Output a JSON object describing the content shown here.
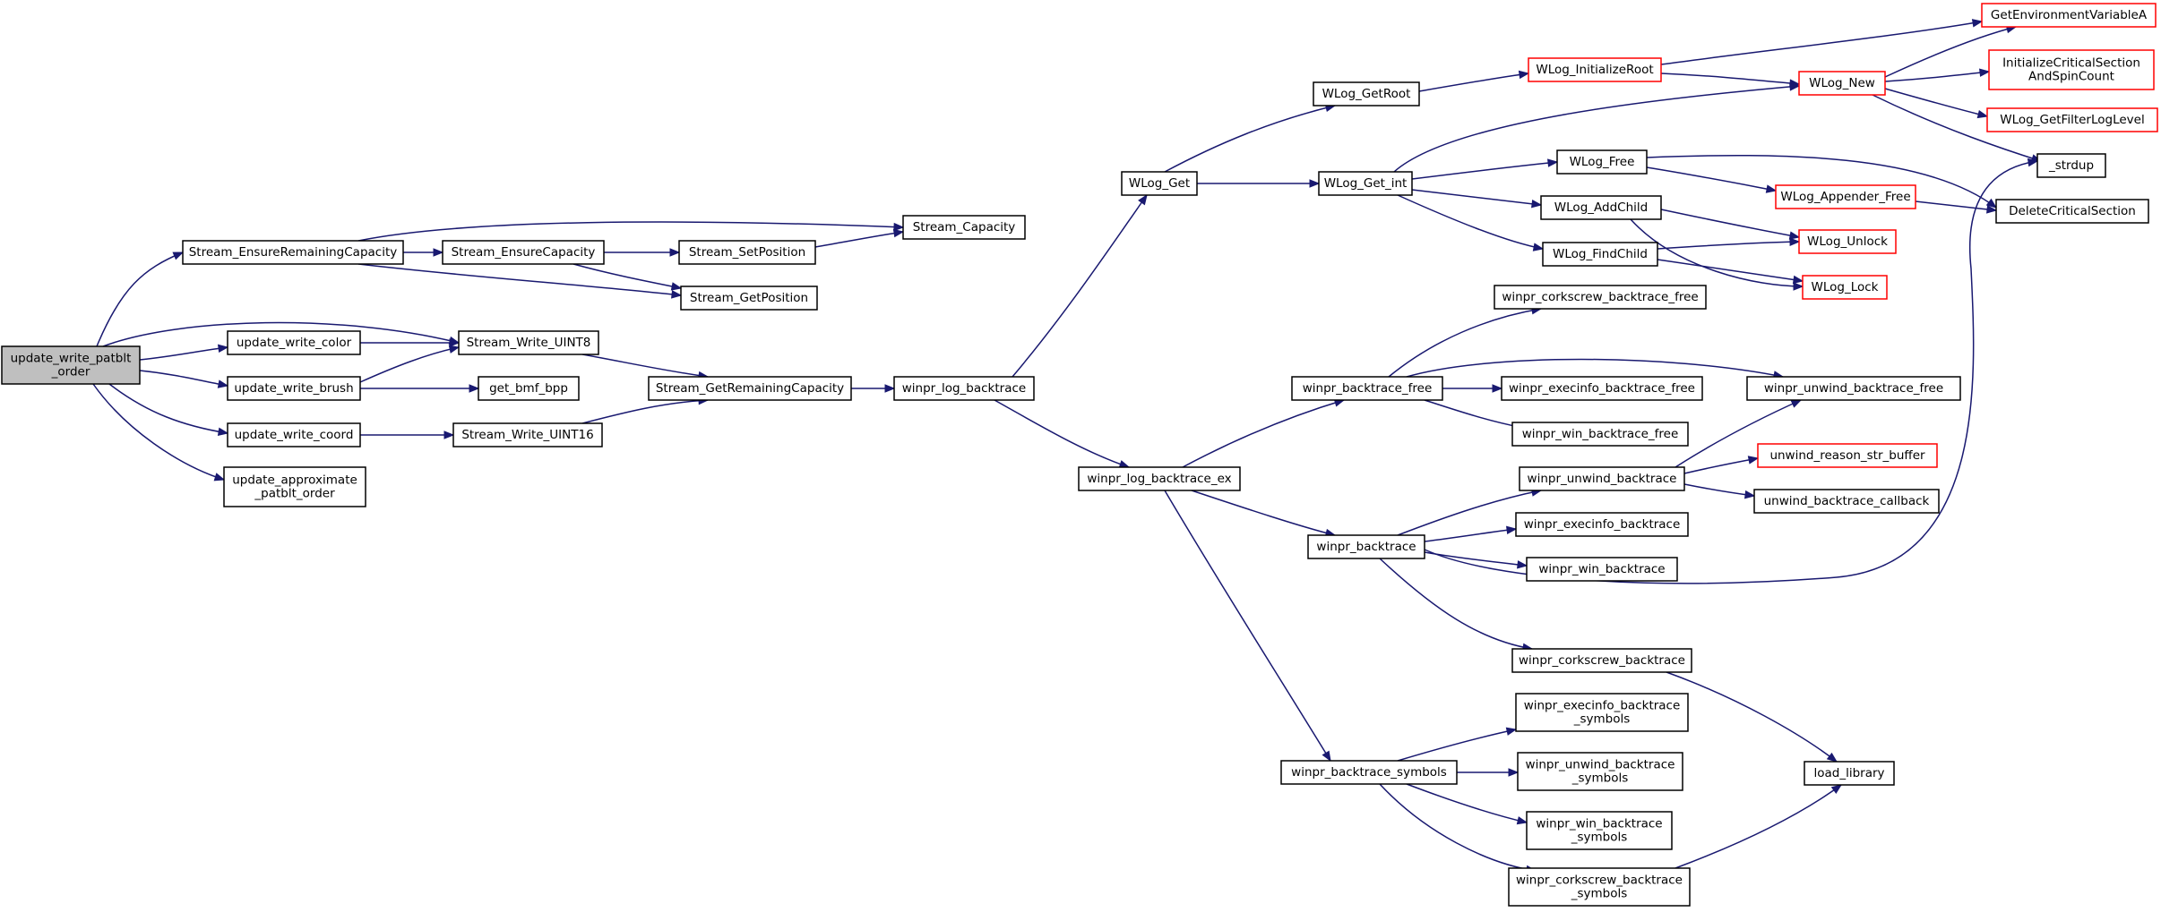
{
  "graph": {
    "colors": {
      "edge": "#191970",
      "node_fill": "#ffffff",
      "node_border": "#000000",
      "truncated_border": "#ff0000",
      "root_fill": "#bfbfbf"
    },
    "nodes": [
      {
        "id": "root",
        "lines": [
          "update_write_patblt",
          "_order"
        ],
        "style": "root"
      },
      {
        "id": "ensure_rem",
        "lines": [
          "Stream_EnsureRemainingCapacity"
        ],
        "style": "normal"
      },
      {
        "id": "upd_color",
        "lines": [
          "update_write_color"
        ],
        "style": "normal"
      },
      {
        "id": "upd_brush",
        "lines": [
          "update_write_brush"
        ],
        "style": "normal"
      },
      {
        "id": "upd_coord",
        "lines": [
          "update_write_coord"
        ],
        "style": "normal"
      },
      {
        "id": "upd_approx",
        "lines": [
          "update_approximate",
          "_patblt_order"
        ],
        "style": "normal"
      },
      {
        "id": "ensure_cap",
        "lines": [
          "Stream_EnsureCapacity"
        ],
        "style": "normal"
      },
      {
        "id": "w_uint8",
        "lines": [
          "Stream_Write_UINT8"
        ],
        "style": "normal"
      },
      {
        "id": "get_bmf",
        "lines": [
          "get_bmf_bpp"
        ],
        "style": "normal"
      },
      {
        "id": "w_uint16",
        "lines": [
          "Stream_Write_UINT16"
        ],
        "style": "normal"
      },
      {
        "id": "set_pos",
        "lines": [
          "Stream_SetPosition"
        ],
        "style": "normal"
      },
      {
        "id": "get_pos",
        "lines": [
          "Stream_GetPosition"
        ],
        "style": "normal"
      },
      {
        "id": "capacity",
        "lines": [
          "Stream_Capacity"
        ],
        "style": "normal"
      },
      {
        "id": "get_rem",
        "lines": [
          "Stream_GetRemainingCapacity"
        ],
        "style": "normal"
      },
      {
        "id": "log_bt",
        "lines": [
          "winpr_log_backtrace"
        ],
        "style": "normal"
      },
      {
        "id": "wlog_get",
        "lines": [
          "WLog_Get"
        ],
        "style": "normal"
      },
      {
        "id": "log_bt_ex",
        "lines": [
          "winpr_log_backtrace_ex"
        ],
        "style": "normal"
      },
      {
        "id": "wlog_getroot",
        "lines": [
          "WLog_GetRoot"
        ],
        "style": "normal"
      },
      {
        "id": "wlog_get_int",
        "lines": [
          "WLog_Get_int"
        ],
        "style": "normal"
      },
      {
        "id": "bt_free",
        "lines": [
          "winpr_backtrace_free"
        ],
        "style": "normal"
      },
      {
        "id": "bt",
        "lines": [
          "winpr_backtrace"
        ],
        "style": "normal"
      },
      {
        "id": "bt_symbols",
        "lines": [
          "winpr_backtrace_symbols"
        ],
        "style": "normal"
      },
      {
        "id": "wlog_initroot",
        "lines": [
          "WLog_InitializeRoot"
        ],
        "style": "truncated"
      },
      {
        "id": "wlog_free",
        "lines": [
          "WLog_Free"
        ],
        "style": "normal"
      },
      {
        "id": "wlog_addchild",
        "lines": [
          "WLog_AddChild"
        ],
        "style": "normal"
      },
      {
        "id": "wlog_findchild",
        "lines": [
          "WLog_FindChild"
        ],
        "style": "normal"
      },
      {
        "id": "cork_free",
        "lines": [
          "winpr_corkscrew_backtrace_free"
        ],
        "style": "normal"
      },
      {
        "id": "exec_free",
        "lines": [
          "winpr_execinfo_backtrace_free"
        ],
        "style": "normal"
      },
      {
        "id": "win_free",
        "lines": [
          "winpr_win_backtrace_free"
        ],
        "style": "normal"
      },
      {
        "id": "unwind_bt",
        "lines": [
          "winpr_unwind_backtrace"
        ],
        "style": "normal"
      },
      {
        "id": "exec_bt",
        "lines": [
          "winpr_execinfo_backtrace"
        ],
        "style": "normal"
      },
      {
        "id": "win_bt",
        "lines": [
          "winpr_win_backtrace"
        ],
        "style": "normal"
      },
      {
        "id": "cork_bt",
        "lines": [
          "winpr_corkscrew_backtrace"
        ],
        "style": "normal"
      },
      {
        "id": "exec_sym",
        "lines": [
          "winpr_execinfo_backtrace",
          "_symbols"
        ],
        "style": "normal"
      },
      {
        "id": "unwind_sym",
        "lines": [
          "winpr_unwind_backtrace",
          "_symbols"
        ],
        "style": "normal"
      },
      {
        "id": "win_sym",
        "lines": [
          "winpr_win_backtrace",
          "_symbols"
        ],
        "style": "normal"
      },
      {
        "id": "cork_sym",
        "lines": [
          "winpr_corkscrew_backtrace",
          "_symbols"
        ],
        "style": "normal"
      },
      {
        "id": "wlog_new",
        "lines": [
          "WLog_New"
        ],
        "style": "truncated"
      },
      {
        "id": "appender_free",
        "lines": [
          "WLog_Appender_Free"
        ],
        "style": "truncated"
      },
      {
        "id": "wlog_unlock",
        "lines": [
          "WLog_Unlock"
        ],
        "style": "truncated"
      },
      {
        "id": "wlog_lock",
        "lines": [
          "WLog_Lock"
        ],
        "style": "truncated"
      },
      {
        "id": "unwind_free",
        "lines": [
          "winpr_unwind_backtrace_free"
        ],
        "style": "normal"
      },
      {
        "id": "unwind_reason",
        "lines": [
          "unwind_reason_str_buffer"
        ],
        "style": "truncated"
      },
      {
        "id": "unwind_cb",
        "lines": [
          "unwind_backtrace_callback"
        ],
        "style": "normal"
      },
      {
        "id": "load_library",
        "lines": [
          "load_library"
        ],
        "style": "normal"
      },
      {
        "id": "getenv",
        "lines": [
          "GetEnvironmentVariableA"
        ],
        "style": "truncated"
      },
      {
        "id": "init_cs",
        "lines": [
          "InitializeCriticalSection",
          "AndSpinCount"
        ],
        "style": "truncated"
      },
      {
        "id": "filter_level",
        "lines": [
          "WLog_GetFilterLogLevel"
        ],
        "style": "truncated"
      },
      {
        "id": "strdup",
        "lines": [
          "_strdup"
        ],
        "style": "normal"
      },
      {
        "id": "delete_cs",
        "lines": [
          "DeleteCriticalSection"
        ],
        "style": "normal"
      }
    ],
    "edges": [
      {
        "from": "root",
        "to": "ensure_rem"
      },
      {
        "from": "root",
        "to": "w_uint8"
      },
      {
        "from": "root",
        "to": "upd_color"
      },
      {
        "from": "root",
        "to": "upd_brush"
      },
      {
        "from": "root",
        "to": "upd_coord"
      },
      {
        "from": "root",
        "to": "upd_approx"
      },
      {
        "from": "ensure_rem",
        "to": "capacity"
      },
      {
        "from": "ensure_rem",
        "to": "ensure_cap"
      },
      {
        "from": "ensure_rem",
        "to": "get_pos"
      },
      {
        "from": "ensure_cap",
        "to": "set_pos"
      },
      {
        "from": "ensure_cap",
        "to": "get_pos"
      },
      {
        "from": "set_pos",
        "to": "capacity"
      },
      {
        "from": "upd_color",
        "to": "w_uint8"
      },
      {
        "from": "upd_brush",
        "to": "w_uint8"
      },
      {
        "from": "upd_brush",
        "to": "get_bmf"
      },
      {
        "from": "upd_coord",
        "to": "w_uint16"
      },
      {
        "from": "w_uint8",
        "to": "get_rem"
      },
      {
        "from": "w_uint16",
        "to": "get_rem"
      },
      {
        "from": "get_rem",
        "to": "log_bt"
      },
      {
        "from": "log_bt",
        "to": "wlog_get"
      },
      {
        "from": "log_bt",
        "to": "log_bt_ex"
      },
      {
        "from": "wlog_get",
        "to": "wlog_getroot"
      },
      {
        "from": "wlog_get",
        "to": "wlog_get_int"
      },
      {
        "from": "wlog_getroot",
        "to": "wlog_initroot"
      },
      {
        "from": "wlog_initroot",
        "to": "getenv"
      },
      {
        "from": "wlog_initroot",
        "to": "wlog_new"
      },
      {
        "from": "wlog_get_int",
        "to": "wlog_new"
      },
      {
        "from": "wlog_get_int",
        "to": "wlog_free"
      },
      {
        "from": "wlog_get_int",
        "to": "wlog_addchild"
      },
      {
        "from": "wlog_get_int",
        "to": "wlog_findchild"
      },
      {
        "from": "wlog_new",
        "to": "getenv"
      },
      {
        "from": "wlog_new",
        "to": "init_cs"
      },
      {
        "from": "wlog_new",
        "to": "filter_level"
      },
      {
        "from": "wlog_new",
        "to": "strdup"
      },
      {
        "from": "wlog_free",
        "to": "appender_free"
      },
      {
        "from": "wlog_free",
        "to": "delete_cs"
      },
      {
        "from": "appender_free",
        "to": "delete_cs"
      },
      {
        "from": "wlog_addchild",
        "to": "wlog_unlock"
      },
      {
        "from": "wlog_addchild",
        "to": "wlog_lock"
      },
      {
        "from": "wlog_findchild",
        "to": "wlog_unlock"
      },
      {
        "from": "wlog_findchild",
        "to": "wlog_lock"
      },
      {
        "from": "log_bt_ex",
        "to": "bt_free"
      },
      {
        "from": "log_bt_ex",
        "to": "bt"
      },
      {
        "from": "log_bt_ex",
        "to": "bt_symbols"
      },
      {
        "from": "bt_free",
        "to": "cork_free"
      },
      {
        "from": "bt_free",
        "to": "exec_free"
      },
      {
        "from": "bt_free",
        "to": "unwind_free"
      },
      {
        "from": "bt_free",
        "to": "win_free"
      },
      {
        "from": "bt",
        "to": "unwind_bt"
      },
      {
        "from": "bt",
        "to": "exec_bt"
      },
      {
        "from": "bt",
        "to": "win_bt"
      },
      {
        "from": "bt",
        "to": "strdup"
      },
      {
        "from": "bt",
        "to": "cork_bt"
      },
      {
        "from": "unwind_bt",
        "to": "unwind_free"
      },
      {
        "from": "unwind_bt",
        "to": "unwind_reason"
      },
      {
        "from": "unwind_bt",
        "to": "unwind_cb"
      },
      {
        "from": "cork_bt",
        "to": "load_library"
      },
      {
        "from": "bt_symbols",
        "to": "exec_sym"
      },
      {
        "from": "bt_symbols",
        "to": "unwind_sym"
      },
      {
        "from": "bt_symbols",
        "to": "win_sym"
      },
      {
        "from": "bt_symbols",
        "to": "cork_sym"
      },
      {
        "from": "cork_sym",
        "to": "load_library"
      }
    ]
  }
}
